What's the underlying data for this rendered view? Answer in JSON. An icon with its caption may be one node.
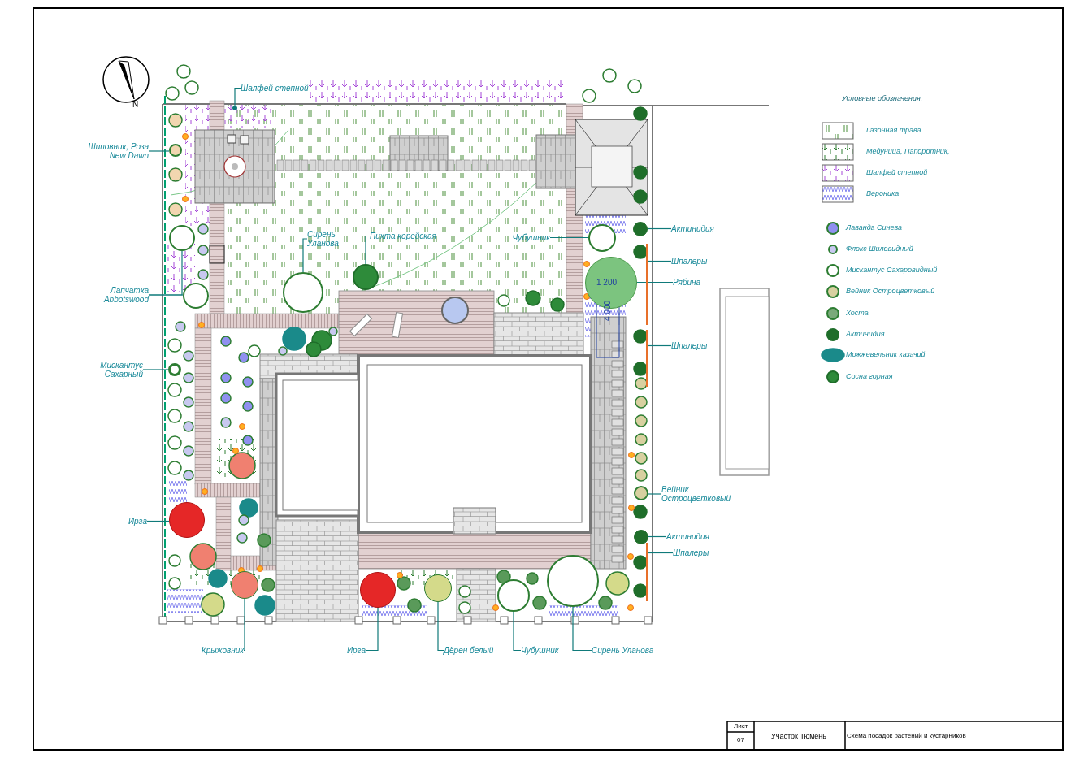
{
  "diagram": {
    "nodes": [
      {
        "text": [
          "Шалфей степной"
        ]
      },
      {
        "text": [
          "Шиповник, Роза New Dawn"
        ]
      },
      {
        "text": [
          "Лапчатка Abbotswood"
        ]
      },
      {
        "text": [
          "Мискантус Сахарный"
        ]
      },
      {
        "text": [
          "Сирень Уланова"
        ]
      },
      {
        "text": [
          "Пихта корейская"
        ]
      },
      {
        "text": [
          "Чубушник"
        ]
      },
      {
        "text": [
          "Актинидия"
        ]
      },
      {
        "text": [
          "Шпалеры"
        ]
      },
      {
        "text": [
          "Рябина"
        ]
      },
      {
        "text": [
          "Шпалеры"
        ]
      },
      {
        "text": [
          "Вейник Остроцветковый"
        ]
      },
      {
        "text": [
          "Актинидия"
        ]
      },
      {
        "text": [
          "Шпалеры"
        ]
      },
      {
        "text": [
          "Ирга"
        ]
      },
      {
        "text": [
          "Крыжовник"
        ]
      },
      {
        "text": [
          "Ирга"
        ]
      },
      {
        "text": [
          "Дёрен белый"
        ]
      },
      {
        "text": [
          "Чубушник"
        ]
      },
      {
        "text": [
          "Сирень Уланова"
        ]
      },
      {
        "text": [],
        "shape": "circle"
      },
      {
        "text": [],
        "shape": "circle"
      },
      {
        "text": [],
        "shape": "circle"
      },
      {
        "text": [],
        "shape": "circle"
      },
      {
        "text": [],
        "shape": "circle"
      },
      {
        "text": [],
        "shape": "circle"
      },
      {
        "text": [],
        "shape": "circle"
      },
      {
        "text": [],
        "shape": "circle"
      },
      {
        "text": [],
        "shape": "circle"
      },
      {
        "text": [],
        "shape": "bar"
      },
      {
        "text": [],
        "shape": "circle"
      },
      {
        "text": [],
        "shape": "bar"
      },
      {
        "text": [],
        "shape": "circle"
      },
      {
        "text": [],
        "shape": "circle"
      },
      {
        "text": [],
        "shape": "bar"
      },
      {
        "text": [],
        "shape": "circle"
      },
      {
        "text": [],
        "shape": "circle"
      },
      {
        "text": [],
        "shape": "circle"
      },
      {
        "text": [],
        "shape": "circle"
      },
      {
        "text": [],
        "shape": "circle"
      },
      {
        "text": [],
        "shape": "circle"
      }
    ],
    "edges": [
      {
        "from": 0,
        "to": 20,
        "arrow": "none"
      },
      {
        "from": 1,
        "to": 21,
        "arrow": "none"
      },
      {
        "from": 2,
        "to": 22,
        "arrow": "none"
      },
      {
        "from": 2,
        "to": 23,
        "arrow": "none"
      },
      {
        "from": 3,
        "to": 24,
        "arrow": "none"
      },
      {
        "from": 4,
        "to": 25,
        "arrow": "none"
      },
      {
        "from": 5,
        "to": 26,
        "arrow": "none"
      },
      {
        "from": 6,
        "to": 27,
        "arrow": "none"
      },
      {
        "from": 7,
        "to": 28,
        "arrow": "none"
      },
      {
        "from": 8,
        "to": 29,
        "arrow": "none"
      },
      {
        "from": 9,
        "to": 30,
        "arrow": "none"
      },
      {
        "from": 10,
        "to": 31,
        "arrow": "none"
      },
      {
        "from": 11,
        "to": 32,
        "arrow": "none"
      },
      {
        "from": 12,
        "to": 33,
        "arrow": "none"
      },
      {
        "from": 13,
        "to": 34,
        "arrow": "none"
      },
      {
        "from": 14,
        "to": 35,
        "arrow": "none"
      },
      {
        "from": 15,
        "to": 36,
        "arrow": "none"
      },
      {
        "from": 16,
        "to": 37,
        "arrow": "none"
      },
      {
        "from": 17,
        "to": 38,
        "arrow": "none"
      },
      {
        "from": 18,
        "to": 39,
        "arrow": "none"
      },
      {
        "from": 19,
        "to": 40,
        "arrow": "none"
      }
    ],
    "labels": [
      "N",
      "Условные обозначения:",
      "1 200",
      "4 000",
      "Лист",
      "07",
      "Участок Тюмень",
      "Схема посадок растений и кустарников"
    ],
    "legend": [
      {
        "text": "Газонная трава"
      },
      {
        "text": "Медуница, Папоротник,"
      },
      {
        "text": "Шалфей степной"
      },
      {
        "text": "Вероника"
      },
      {
        "text": "Лаванда Синева"
      },
      {
        "text": "Флокс Шиловидный"
      },
      {
        "text": "Мискантус Сахаровидный"
      },
      {
        "text": "Вейник Остроцветковый"
      },
      {
        "text": "Хоста"
      },
      {
        "text": "Актинидия"
      },
      {
        "text": "Можжевельник казачий"
      },
      {
        "text": "Сосна горная"
      }
    ]
  }
}
